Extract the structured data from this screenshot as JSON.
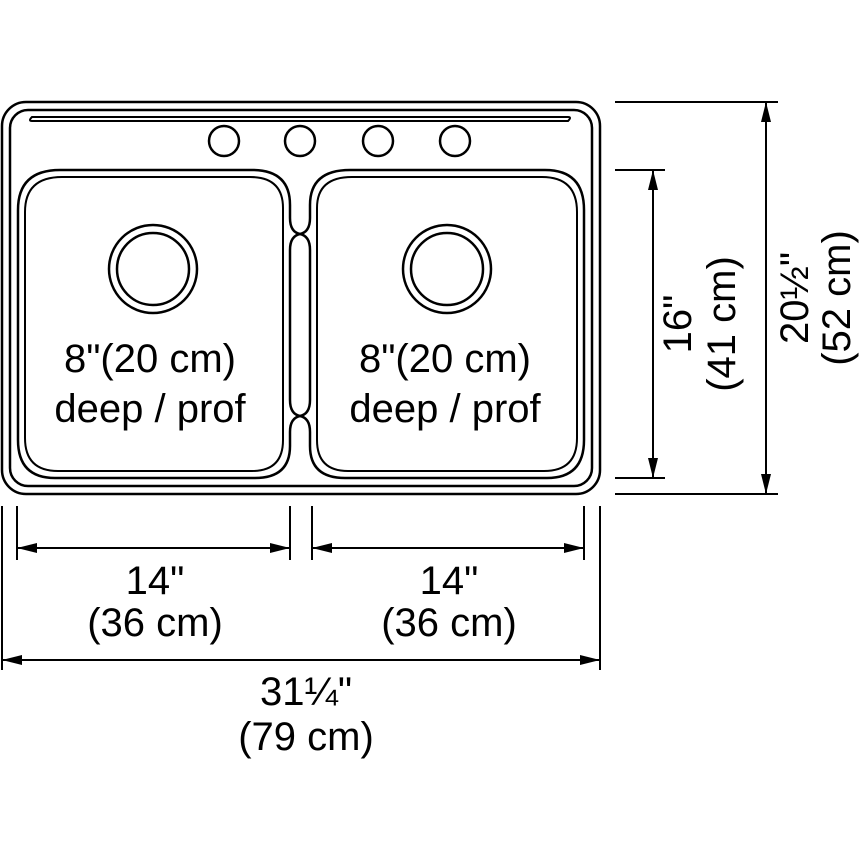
{
  "colors": {
    "line": "#000000",
    "background": "#ffffff"
  },
  "basins": {
    "left_depth": "8\"(20 cm)",
    "left_depth_sub": "deep / prof",
    "right_depth": "8\"(20 cm)",
    "right_depth_sub": "deep / prof"
  },
  "dimensions": {
    "left_width_in": "14\"",
    "left_width_cm": "(36 cm)",
    "right_width_in": "14\"",
    "right_width_cm": "(36 cm)",
    "overall_width_in": "31¼\"",
    "overall_width_cm": "(79 cm)",
    "basin_depth_front_in": "16\"",
    "basin_depth_front_cm": "(41 cm)",
    "overall_depth_in": "20½\"",
    "overall_depth_cm": "(52 cm)"
  },
  "faucet_holes": 4
}
